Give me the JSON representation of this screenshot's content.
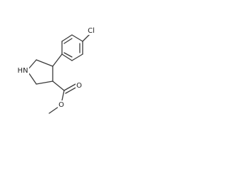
{
  "molecule": {
    "atoms": {
      "chlorine": "Cl",
      "amine": "HN",
      "carbonyl_oxygen": "O",
      "ester_oxygen": "O"
    }
  },
  "colors": {
    "bond": "#3a3a3a",
    "text": "#222222",
    "background": "#ffffff"
  }
}
